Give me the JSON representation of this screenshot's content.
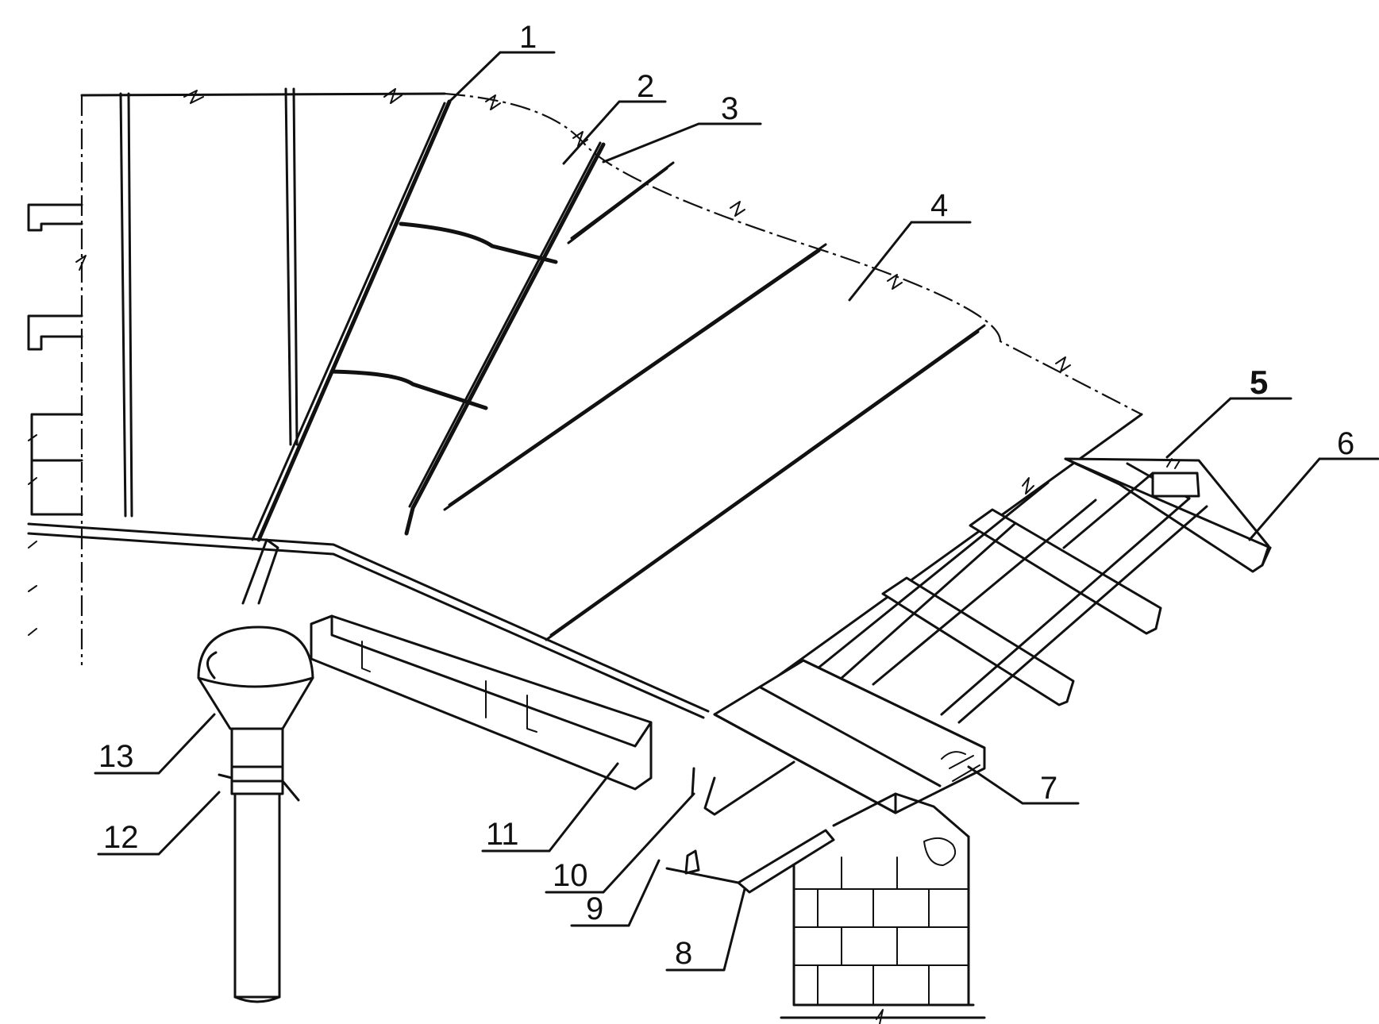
{
  "callouts": [
    {
      "id": "c1",
      "label": "1"
    },
    {
      "id": "c2",
      "label": "2"
    },
    {
      "id": "c3",
      "label": "3"
    },
    {
      "id": "c4",
      "label": "4"
    },
    {
      "id": "c5",
      "label": "5"
    },
    {
      "id": "c6",
      "label": "6"
    },
    {
      "id": "c7",
      "label": "7"
    },
    {
      "id": "c8",
      "label": "8"
    },
    {
      "id": "c9",
      "label": "9"
    },
    {
      "id": "c10",
      "label": "10"
    },
    {
      "id": "c11",
      "label": "11"
    },
    {
      "id": "c12",
      "label": "12"
    },
    {
      "id": "c13",
      "label": "13"
    }
  ],
  "colors": {
    "ink": "#111111",
    "paper": "#ffffff"
  }
}
